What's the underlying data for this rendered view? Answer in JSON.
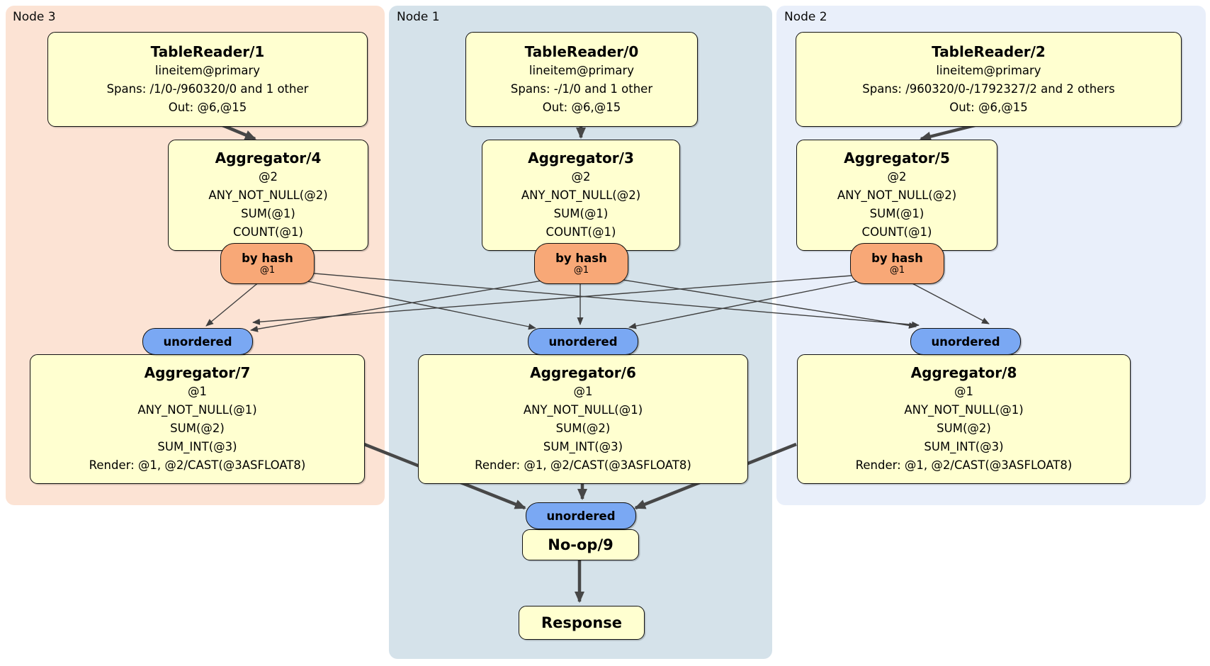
{
  "colors": {
    "node3_bg": "#fce3d4",
    "node1_bg": "#d5e2ea",
    "node2_bg": "#e9effa",
    "box_bg": "#ffffd0",
    "by_hash_bg": "#f8a877",
    "unordered_bg": "#7aa8f3",
    "edge": "#474747"
  },
  "panels": [
    {
      "label": "Node 3"
    },
    {
      "label": "Node 1"
    },
    {
      "label": "Node 2"
    }
  ],
  "processors": [
    {
      "title": "TableReader/1",
      "lines": [
        "lineitem@primary",
        "Spans: /1/0-/960320/0 and 1 other",
        "Out: @6,@15"
      ]
    },
    {
      "title": "TableReader/0",
      "lines": [
        "lineitem@primary",
        "Spans: -/1/0 and 1 other",
        "Out: @6,@15"
      ]
    },
    {
      "title": "TableReader/2",
      "lines": [
        "lineitem@primary",
        "Spans: /960320/0-/1792327/2 and 2 others",
        "Out: @6,@15"
      ]
    },
    {
      "title": "Aggregator/4",
      "lines": [
        "@2",
        "ANY_NOT_NULL(@2)",
        "SUM(@1)",
        "COUNT(@1)"
      ]
    },
    {
      "title": "Aggregator/3",
      "lines": [
        "@2",
        "ANY_NOT_NULL(@2)",
        "SUM(@1)",
        "COUNT(@1)"
      ]
    },
    {
      "title": "Aggregator/5",
      "lines": [
        "@2",
        "ANY_NOT_NULL(@2)",
        "SUM(@1)",
        "COUNT(@1)"
      ]
    },
    {
      "title": "Aggregator/7",
      "lines": [
        "@1",
        "ANY_NOT_NULL(@1)",
        "SUM(@2)",
        "SUM_INT(@3)",
        "Render: @1, @2/CAST(@3ASFLOAT8)"
      ]
    },
    {
      "title": "Aggregator/6",
      "lines": [
        "@1",
        "ANY_NOT_NULL(@1)",
        "SUM(@2)",
        "SUM_INT(@3)",
        "Render: @1, @2/CAST(@3ASFLOAT8)"
      ]
    },
    {
      "title": "Aggregator/8",
      "lines": [
        "@1",
        "ANY_NOT_NULL(@1)",
        "SUM(@2)",
        "SUM_INT(@3)",
        "Render: @1, @2/CAST(@3ASFLOAT8)"
      ]
    },
    {
      "title": "No-op/9",
      "lines": []
    },
    {
      "title": "Response",
      "lines": []
    }
  ],
  "routers": {
    "by_hash": {
      "label": "by hash",
      "sublabel": "@1"
    },
    "unordered": {
      "label": "unordered"
    }
  }
}
